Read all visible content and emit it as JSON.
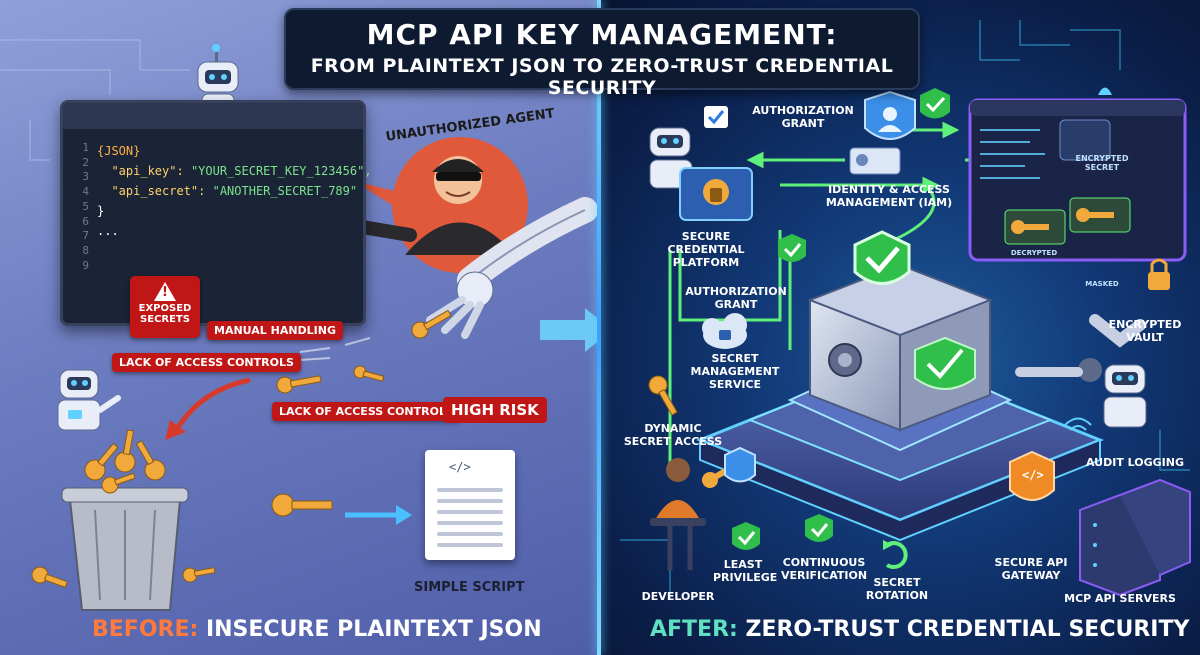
{
  "title": {
    "main": "MCP API KEY MANAGEMENT:",
    "sub": "FROM PLAINTEXT JSON TO ZERO-TRUST CREDENTIAL SECURITY"
  },
  "before": {
    "code": {
      "line_numbers": [
        "1",
        "2",
        "3",
        "4",
        "5",
        "6",
        "7",
        "8",
        "9"
      ],
      "open": "{JSON}",
      "api_key_name": "\"api_key\":",
      "api_key_value": "\"YOUR_SECRET_KEY_123456\",",
      "api_secret_name": "\"api_secret\":",
      "api_secret_value": "\"ANOTHER_SECRET_789\"",
      "close": "}",
      "ellipsis": "..."
    },
    "unauthorized_agent": "UNAUTHORIZED AGENT",
    "exposed_secrets": "EXPOSED SECRETS",
    "manual_handling": "MANUAL HANDLING",
    "lack_of_access_controls_1": "LACK OF ACCESS CONTROLS",
    "lack_of_access_controls_2": "LACK OF ACCESS CONTROLS",
    "high_risk": "HIGH RISK",
    "simple_script": "SIMPLE SCRIPT",
    "script_icon": "</>",
    "bottom_prefix": "BEFORE:",
    "bottom_rest": " INSECURE PLAINTEXT JSON"
  },
  "after": {
    "authorization_grant_top": "AUTHORIZATION GRANT",
    "iam": "IDENTITY & ACCESS MANAGEMENT (IAM)",
    "secure_credential_platform": "SECURE CREDENTIAL PLATFORM",
    "authorization_grant_mid": "AUTHORIZATION GRANT",
    "secret_management_service": "SECRET MANAGEMENT SERVICE",
    "dynamic_secret_access": "DYNAMIC SECRET ACCESS",
    "encrypted_vault": "ENCRYPTED VAULT",
    "encrypted_secret": "ENCRYPTED SECRET",
    "decrypted": "DECRYPTED",
    "masked": "MASKED",
    "audit_logging": "AUDIT LOGGING",
    "least_privilege": "LEAST PRIVILEGE",
    "continuous_verification": "CONTINUOUS VERIFICATION",
    "secret_rotation": "SECRET ROTATION",
    "secure_api_gateway": "SECURE API GATEWAY",
    "developer": "DEVELOPER",
    "mcp_api_servers": "MCP API SERVERS",
    "gateway_icon": "</>",
    "bottom_prefix": "AFTER:",
    "bottom_rest": " ZERO-TRUST CREDENTIAL SECURITY"
  },
  "colors": {
    "danger": "#c01616",
    "success": "#2fbf4a",
    "before_accent": "#ff7a3d",
    "after_accent": "#5fe0c0"
  }
}
